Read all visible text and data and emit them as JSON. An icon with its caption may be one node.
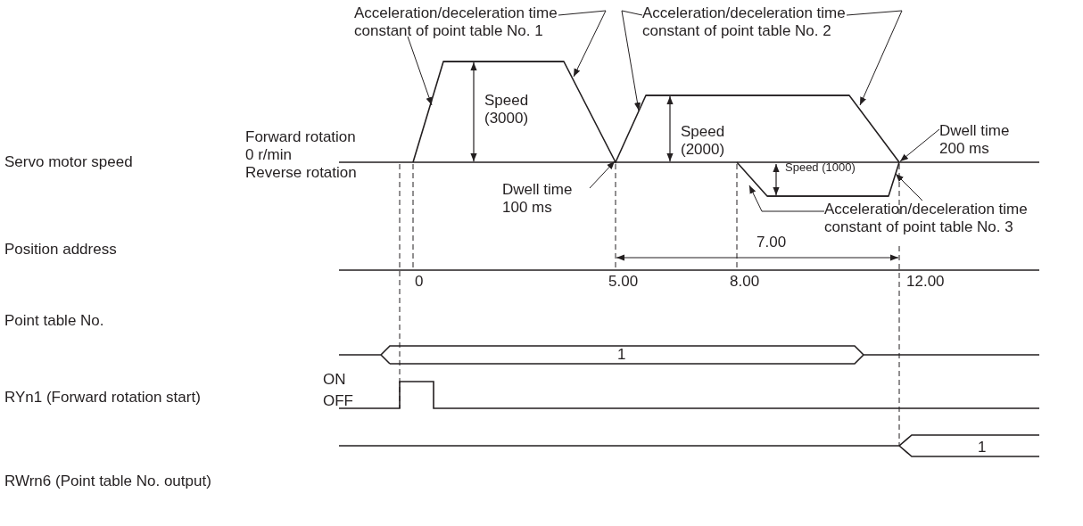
{
  "diagram": {
    "nodes": [
      {
        "text": [
          "Acceleration/deceleration time constant of point table No. 1"
        ]
      },
      {
        "text": [
          "Acceleration/deceleration time constant of point table No. 2"
        ]
      },
      {
        "text": [
          "Dwell time 100 ms"
        ]
      },
      {
        "text": [
          "Dwell time 200 ms"
        ]
      },
      {
        "text": [
          "Acceleration/deceleration time constant of point table No. 3"
        ]
      },
      {
        "text": [],
        "shape": "line"
      }
    ],
    "edges": [
      {
        "from": 0,
        "to": 5,
        "arrow": "to"
      },
      {
        "from": 0,
        "to": 5,
        "arrow": "to"
      },
      {
        "from": 1,
        "to": 5,
        "arrow": "to"
      },
      {
        "from": 1,
        "to": 5,
        "arrow": "to"
      },
      {
        "from": 2,
        "to": 5,
        "arrow": "to"
      },
      {
        "from": 3,
        "to": 5,
        "arrow": "to"
      },
      {
        "from": 4,
        "to": 5,
        "arrow": "to"
      },
      {
        "from": 4,
        "to": 5,
        "arrow": "to"
      }
    ],
    "labels": [
      "Forward rotation",
      "Speed (3000)",
      "Speed (2000)",
      "Servo motor speed",
      "0 r/min",
      "Reverse rotation",
      "Speed (1000)",
      "7.00",
      "Position address",
      "0",
      "5.00",
      "8.00",
      "12.00",
      "Point table No.",
      "1",
      "ON",
      "RYn1 (Forward rotation start)",
      "OFF",
      "RWrn6 (Point table No. output)",
      "1"
    ]
  }
}
